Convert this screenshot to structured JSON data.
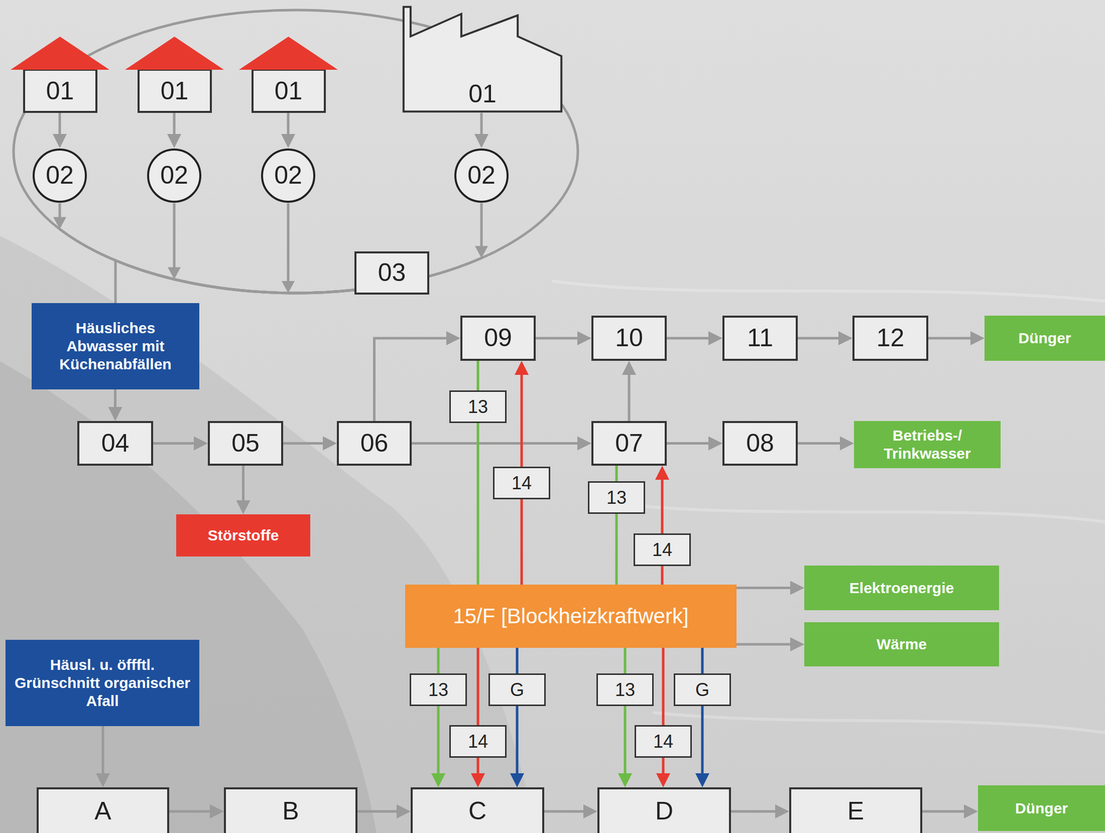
{
  "diagram": {
    "nodes": [
      {
        "text": [
          "01"
        ]
      },
      {
        "text": [
          "01"
        ]
      },
      {
        "text": [
          "01"
        ]
      },
      {
        "text": [
          "01"
        ]
      },
      {
        "text": [
          "02"
        ]
      },
      {
        "text": [
          "02"
        ]
      },
      {
        "text": [
          "02"
        ]
      },
      {
        "text": [
          "02"
        ]
      },
      {
        "text": [
          "03"
        ]
      },
      {
        "text": [
          "Häusliches Abwasser mit Küchenabfällen"
        ]
      },
      {
        "text": [
          "09"
        ]
      },
      {
        "text": [
          "10"
        ]
      },
      {
        "text": [
          "11"
        ]
      },
      {
        "text": [
          "12"
        ]
      },
      {
        "text": [
          "Dünger"
        ]
      },
      {
        "text": [
          "04"
        ]
      },
      {
        "text": [
          "05"
        ]
      },
      {
        "text": [
          "06"
        ]
      },
      {
        "text": [
          "07"
        ]
      },
      {
        "text": [
          "08"
        ]
      },
      {
        "text": [
          "Betriebs-/ Trinkwasser"
        ]
      },
      {
        "text": [
          "Störstoffe"
        ]
      },
      {
        "text": [
          "15/F [Blockheizkraftwerk]"
        ]
      },
      {
        "text": [
          "Elektroenergie"
        ]
      },
      {
        "text": [
          "Wärme"
        ]
      },
      {
        "text": [
          "Häusl. u. öffftl. Grünschnitt organischer Afall"
        ]
      },
      {
        "text": [
          "A"
        ]
      },
      {
        "text": [
          "B"
        ]
      },
      {
        "text": [
          "C"
        ]
      },
      {
        "text": [
          "D"
        ]
      },
      {
        "text": [
          "E"
        ]
      },
      {
        "text": [
          "Dünger"
        ]
      }
    ],
    "edges": [
      {
        "from": 0,
        "to": 4,
        "arrow": "to"
      },
      {
        "from": 1,
        "to": 5,
        "arrow": "to"
      },
      {
        "from": 2,
        "to": 6,
        "arrow": "to"
      },
      {
        "from": 3,
        "to": 7,
        "arrow": "to"
      },
      {
        "from": 4,
        "to": 8,
        "arrow": "to"
      },
      {
        "from": 5,
        "to": 8,
        "arrow": "to"
      },
      {
        "from": 6,
        "to": 8,
        "arrow": "to"
      },
      {
        "from": 7,
        "to": 8,
        "arrow": "to"
      },
      {
        "from": 8,
        "to": 9,
        "arrow": "none"
      },
      {
        "from": 9,
        "to": 15,
        "arrow": "to"
      },
      {
        "from": 15,
        "to": 16,
        "arrow": "to"
      },
      {
        "from": 16,
        "to": 17,
        "arrow": "to"
      },
      {
        "from": 17,
        "to": 10,
        "arrow": "to"
      },
      {
        "from": 17,
        "to": 18,
        "arrow": "to"
      },
      {
        "from": 10,
        "to": 11,
        "arrow": "to"
      },
      {
        "from": 11,
        "to": 12,
        "arrow": "to"
      },
      {
        "from": 12,
        "to": 13,
        "arrow": "to"
      },
      {
        "from": 13,
        "to": 14,
        "arrow": "to"
      },
      {
        "from": 18,
        "to": 11,
        "arrow": "to"
      },
      {
        "from": 18,
        "to": 19,
        "arrow": "to"
      },
      {
        "from": 19,
        "to": 20,
        "arrow": "to"
      },
      {
        "from": 16,
        "to": 21,
        "arrow": "to"
      },
      {
        "from": 10,
        "to": 22,
        "arrow": "none",
        "label": "13"
      },
      {
        "from": 22,
        "to": 10,
        "arrow": "to",
        "label": "14"
      },
      {
        "from": 18,
        "to": 22,
        "arrow": "none",
        "label": "13"
      },
      {
        "from": 22,
        "to": 18,
        "arrow": "to",
        "label": "14"
      },
      {
        "from": 22,
        "to": 23,
        "arrow": "to"
      },
      {
        "from": 22,
        "to": 24,
        "arrow": "to"
      },
      {
        "from": 22,
        "to": 28,
        "arrow": "to",
        "label": "13"
      },
      {
        "from": 22,
        "to": 28,
        "arrow": "to",
        "label": "14"
      },
      {
        "from": 22,
        "to": 28,
        "arrow": "to",
        "label": "G"
      },
      {
        "from": 22,
        "to": 29,
        "arrow": "to",
        "label": "13"
      },
      {
        "from": 22,
        "to": 29,
        "arrow": "to",
        "label": "14"
      },
      {
        "from": 22,
        "to": 29,
        "arrow": "to",
        "label": "G"
      },
      {
        "from": 25,
        "to": 26,
        "arrow": "to"
      },
      {
        "from": 26,
        "to": 27,
        "arrow": "to"
      },
      {
        "from": 27,
        "to": 28,
        "arrow": "to"
      },
      {
        "from": 28,
        "to": 29,
        "arrow": "to"
      },
      {
        "from": 29,
        "to": 30,
        "arrow": "to"
      },
      {
        "from": 30,
        "to": 31,
        "arrow": "to"
      }
    ]
  }
}
